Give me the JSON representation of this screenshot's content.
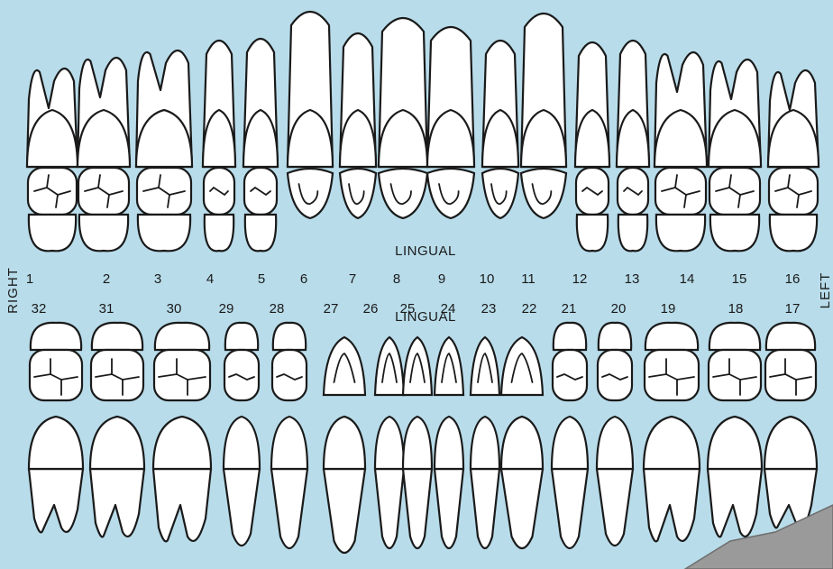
{
  "labels": {
    "lingual_top": "LINGUAL",
    "lingual_bottom": "LINGUAL",
    "right": "RIGHT",
    "left": "LEFT"
  },
  "maxillary_teeth": [
    "1",
    "2",
    "3",
    "4",
    "5",
    "6",
    "7",
    "8",
    "9",
    "10",
    "11",
    "12",
    "13",
    "14",
    "15",
    "16"
  ],
  "mandibular_teeth": [
    "32",
    "31",
    "30",
    "29",
    "28",
    "27",
    "26",
    "25",
    "24",
    "23",
    "22",
    "21",
    "20",
    "19",
    "18",
    "17"
  ],
  "colors": {
    "background": "#b8dcea",
    "outline": "#1a1a1a",
    "tooth_fill": "#ffffff"
  }
}
